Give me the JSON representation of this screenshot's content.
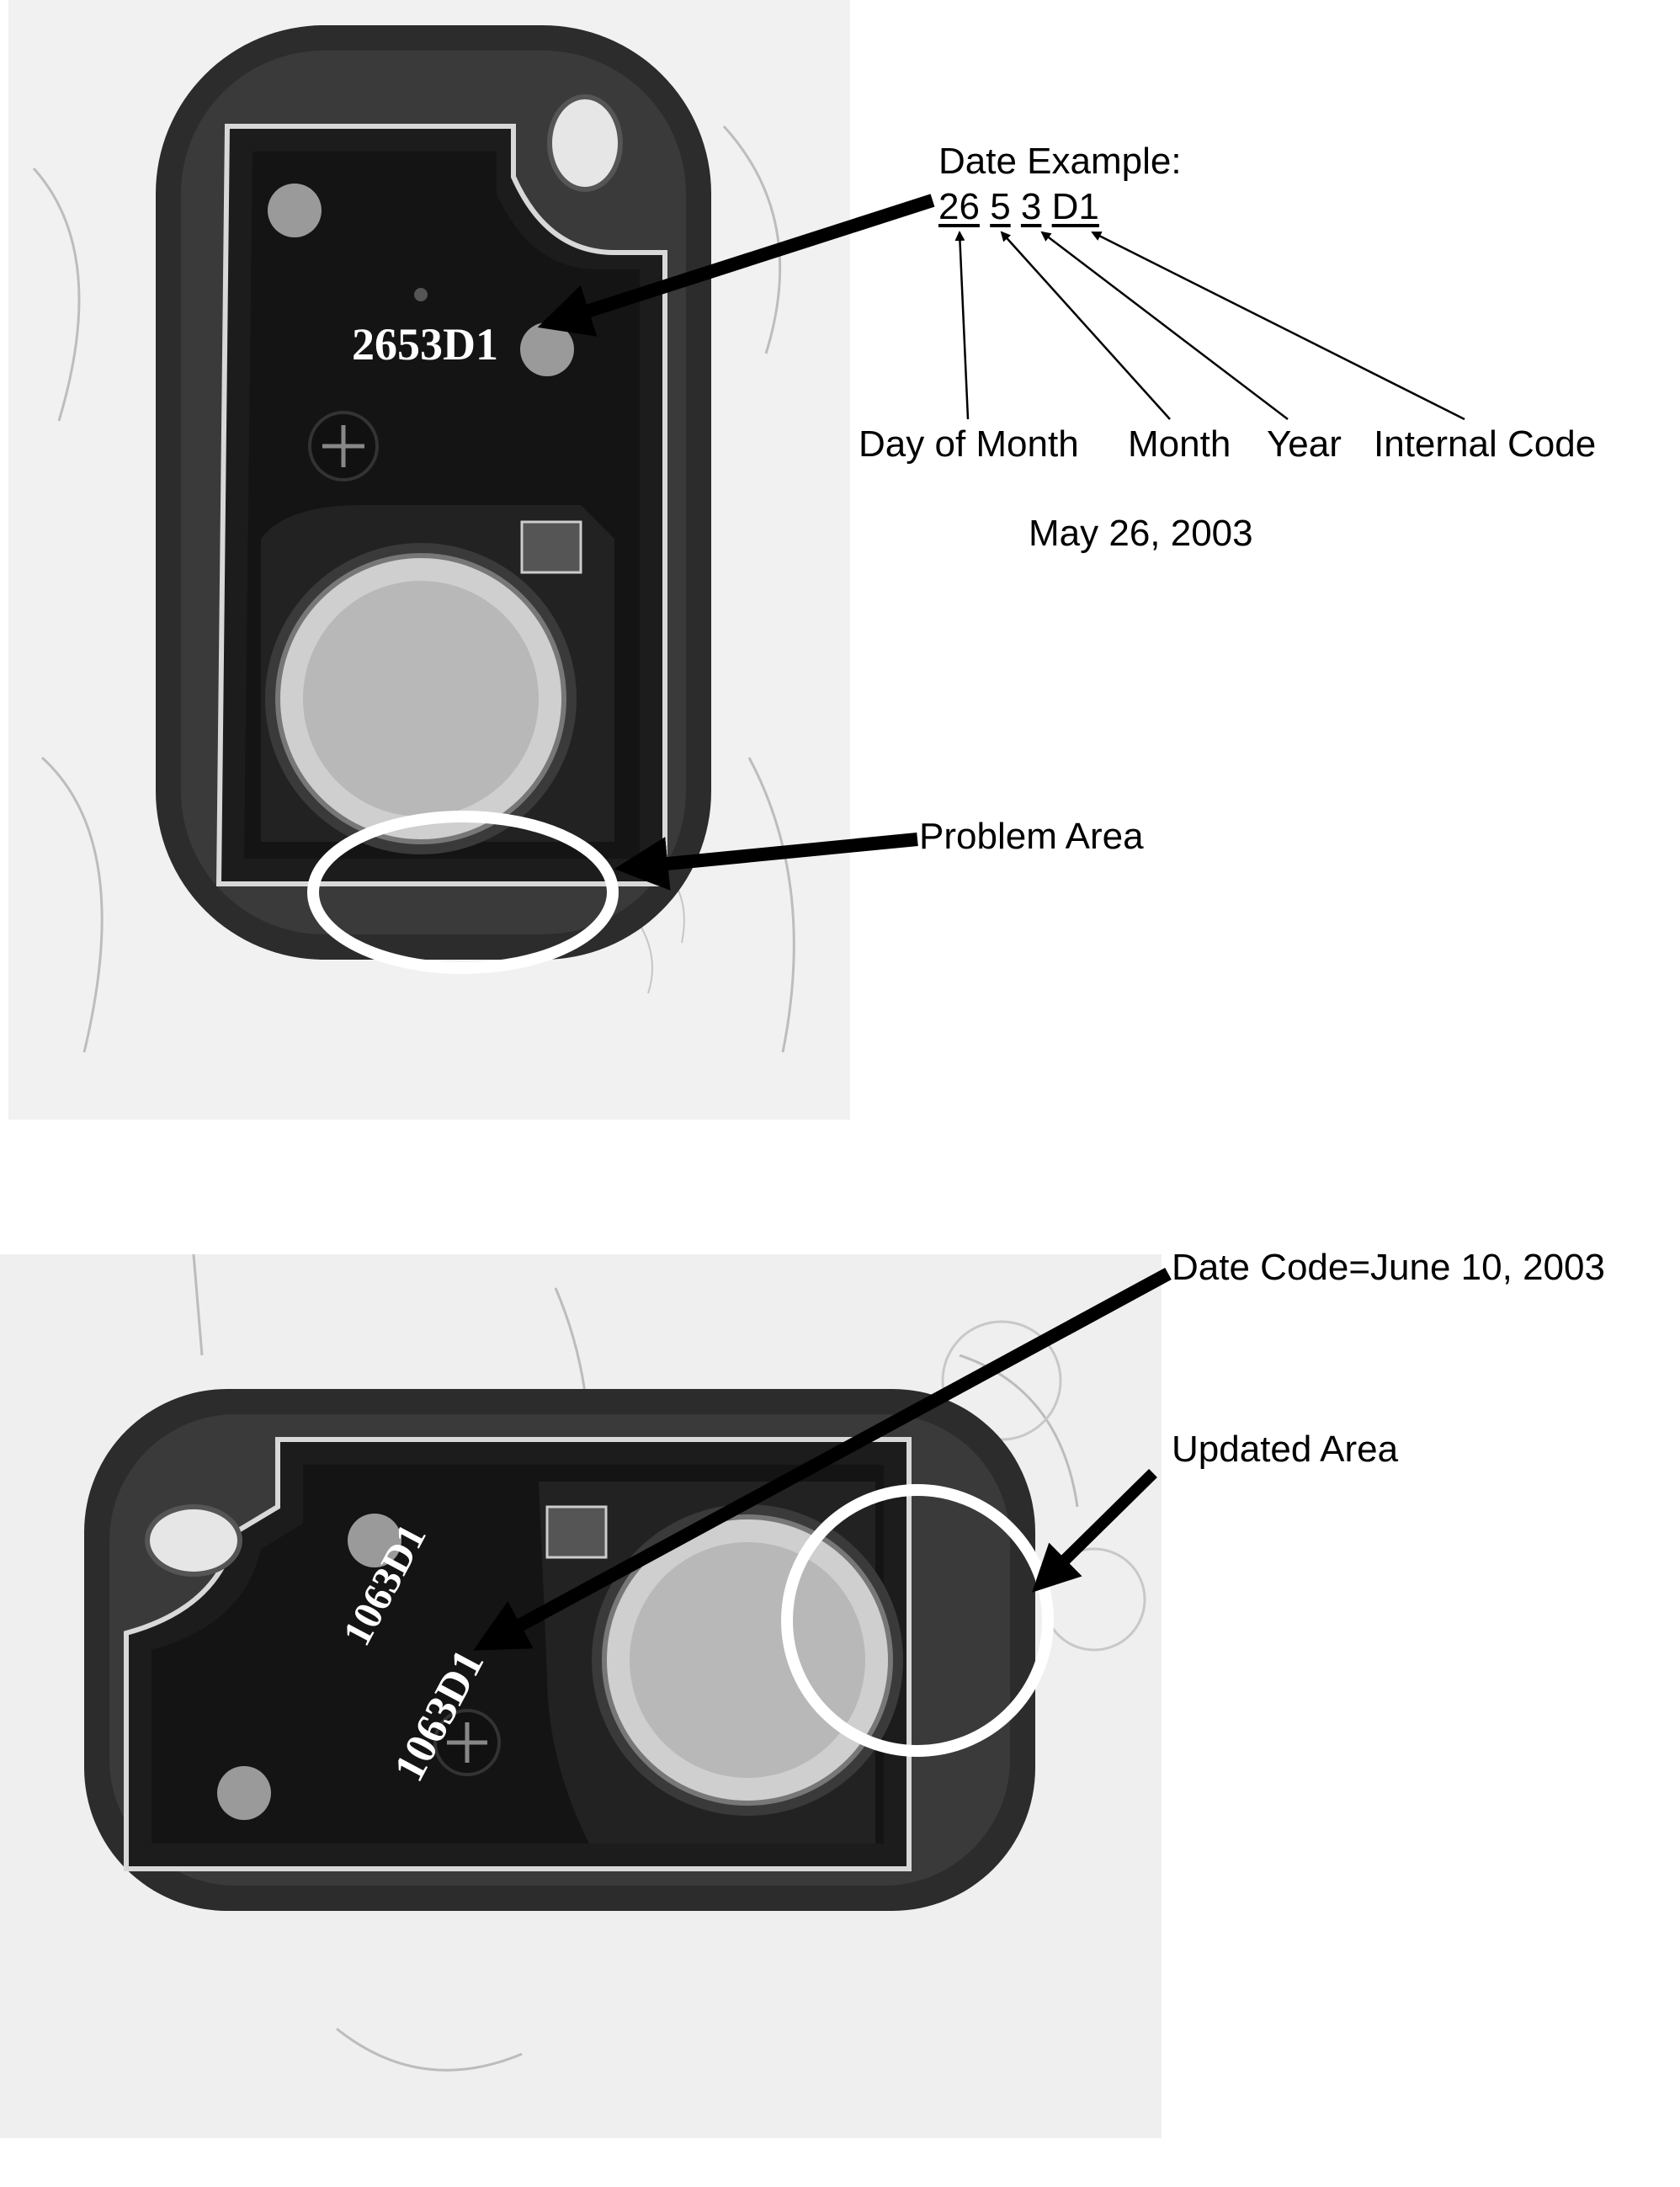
{
  "top_figure": {
    "date_example_title": "Date Example:",
    "code_parts": [
      "26",
      "5",
      "3",
      "D1"
    ],
    "part_labels": [
      "Day of Month",
      "Month",
      "Year",
      "Internal Code"
    ],
    "example_date": "May 26, 2003",
    "stamped_code": "2653D1",
    "problem_label": "Problem Area"
  },
  "bottom_figure": {
    "date_code_label": "Date Code=June 10, 2003",
    "updated_label": "Updated Area",
    "stamped_code_1": "1063D1",
    "stamped_code_2": "1063D1"
  },
  "colors": {
    "background": "#ffffff",
    "remote_body": "#262626",
    "remote_inner": "#1a1a1a",
    "battery": "#cfcfcf",
    "highlight_circle": "#ffffff"
  }
}
